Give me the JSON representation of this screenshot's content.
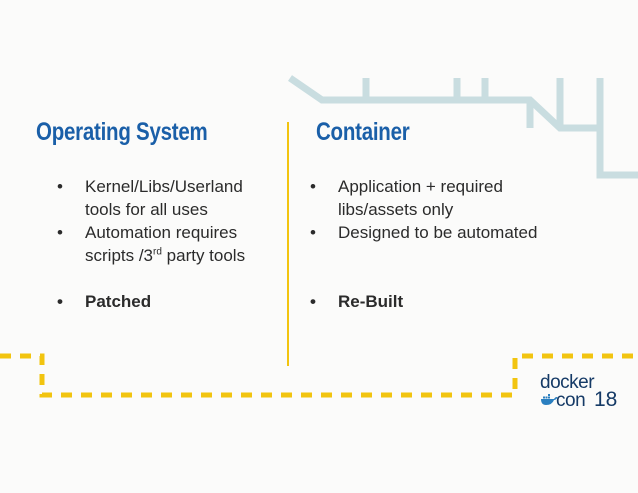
{
  "left_column": {
    "heading": "Operating System",
    "bullets": [
      "Kernel/Libs/Userland tools for all uses",
      "Patched"
    ],
    "bullet2_before": "Automation requires scripts /3",
    "bullet2_sup": "rd",
    "bullet2_after": " party tools"
  },
  "right_column": {
    "heading": "Container",
    "bullets": [
      "Application + required libs/assets only",
      "Designed to be automated",
      "Re-Built"
    ]
  },
  "logo": {
    "word1": "docker",
    "word2": "con",
    "number": "18"
  },
  "colors": {
    "heading": "#1a5fa8",
    "divider": "#f2c40f",
    "dashed_line": "#f2c40f",
    "pipe": "#c9dde0",
    "text": "#2b2b2b",
    "logo": "#153a66"
  },
  "icons": [
    "docker-whale-icon"
  ]
}
